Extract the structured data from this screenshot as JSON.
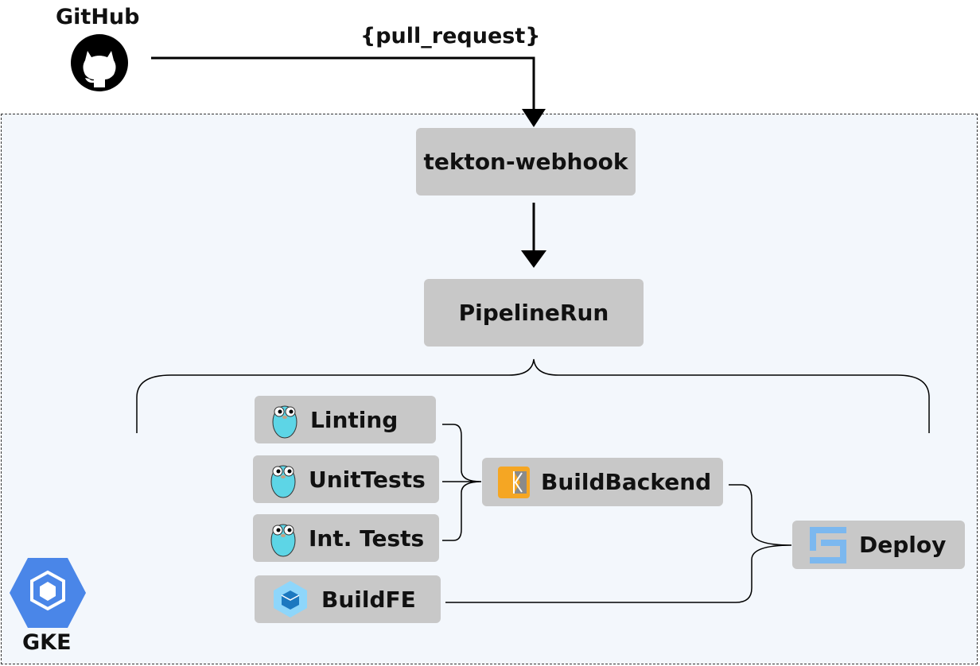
{
  "github": {
    "label": "GitHub"
  },
  "event": {
    "label": "{pull_request}"
  },
  "cluster": {
    "label": "GKE"
  },
  "nodes": {
    "webhook": "tekton-webhook",
    "pipelinerun": "PipelineRun",
    "linting": "Linting",
    "unittests": "UnitTests",
    "inttests": "Int. Tests",
    "buildbackend": "BuildBackend",
    "buildfe": "BuildFE",
    "deploy": "Deploy"
  },
  "colors": {
    "node_bg": "#c8c8c8",
    "cluster_bg": "#f3f7fc",
    "gopher": "#5dd5e6",
    "gke": "#4a86e8",
    "kaniko": "#f5a623",
    "webpack": "#8ed6fb",
    "deploy_icon": "#7cb8ef"
  },
  "icons": {
    "github": "github-octocat-icon",
    "gke": "gke-hexagon-icon",
    "go": "go-gopher-icon",
    "kaniko": "kaniko-icon",
    "webpack": "webpack-cube-icon",
    "deploy": "deploy-icon"
  }
}
